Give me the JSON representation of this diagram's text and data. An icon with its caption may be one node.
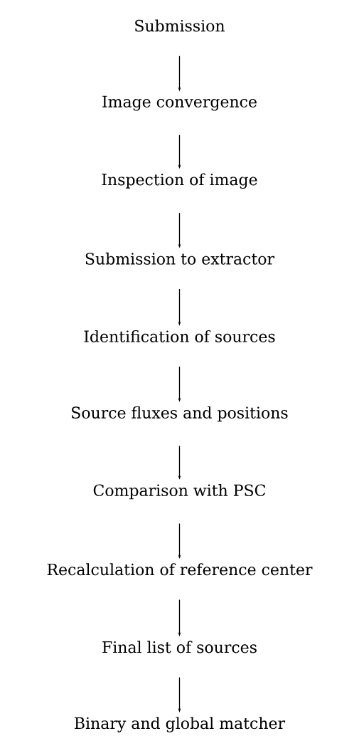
{
  "diagram": {
    "nodes": [
      {
        "text": [
          "Submission"
        ]
      },
      {
        "text": [
          "Image convergence"
        ]
      },
      {
        "text": [
          "Inspection of image"
        ]
      },
      {
        "text": [
          "Submission to extractor"
        ]
      },
      {
        "text": [
          "Identification of sources"
        ]
      },
      {
        "text": [
          "Source fluxes and positions"
        ]
      },
      {
        "text": [
          "Comparison with PSC"
        ]
      },
      {
        "text": [
          "Recalculation of reference center"
        ]
      },
      {
        "text": [
          "Final list of sources"
        ]
      },
      {
        "text": [
          "Binary and global matcher"
        ]
      }
    ],
    "edges": [
      {
        "from": 0,
        "to": 1,
        "arrow": "to"
      },
      {
        "from": 1,
        "to": 2,
        "arrow": "to"
      },
      {
        "from": 2,
        "to": 3,
        "arrow": "to"
      },
      {
        "from": 3,
        "to": 4,
        "arrow": "to"
      },
      {
        "from": 4,
        "to": 5,
        "arrow": "to"
      },
      {
        "from": 5,
        "to": 6,
        "arrow": "to"
      },
      {
        "from": 6,
        "to": 7,
        "arrow": "to"
      },
      {
        "from": 7,
        "to": 8,
        "arrow": "to"
      },
      {
        "from": 8,
        "to": 9,
        "arrow": "to"
      }
    ]
  }
}
